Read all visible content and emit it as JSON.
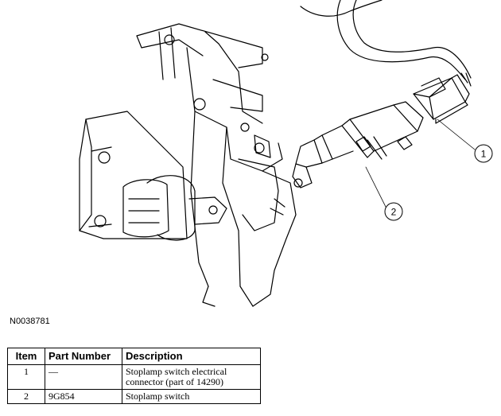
{
  "figure_id": "N0038781",
  "callouts": [
    "1",
    "2"
  ],
  "table": {
    "headers": [
      "Item",
      "Part Number",
      "Description"
    ],
    "rows": [
      {
        "item": "1",
        "part_number": "—",
        "description": "Stoplamp switch electrical connector (part of 14290)"
      },
      {
        "item": "2",
        "part_number": "9G854",
        "description": "Stoplamp switch"
      }
    ]
  }
}
